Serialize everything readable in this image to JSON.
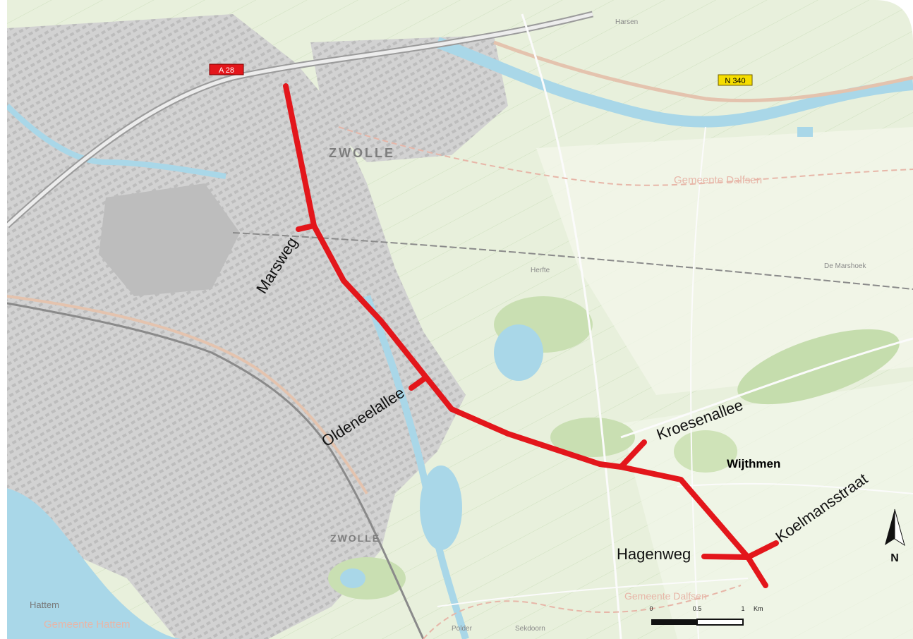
{
  "colors": {
    "land": "#e8f0dc",
    "field": "#f3f6ec",
    "urban": "#cfcfcf",
    "urban_dark": "#b3b3b3",
    "water": "#a9d7e8",
    "road_minor": "#fbfbfb",
    "road_main": "#e4c3ae",
    "railway": "#8a8a8a",
    "route": "#e3161b",
    "a_road_badge": "#e3161b",
    "n_road_badge": "#f5dd00"
  },
  "badges": {
    "a28": "A 28",
    "n340": "N 340"
  },
  "towns": {
    "zwolle_north": "ZWOLLE",
    "zwolle_south": "ZWOLLE",
    "hattem": "Hattem",
    "wijthmen": "Wijthmen"
  },
  "municipalities": {
    "dalfsen_north": "Gemeente Dalfsen",
    "dalfsen_south": "Gemeente Dalfsen",
    "hattem": "Gemeente Hattem"
  },
  "minor_labels": {
    "herfte": "Herfte",
    "marshoek": "De Marshoek",
    "harsen": "Harsen",
    "polder": "Polder",
    "sekdoorn": "Sekdoorn"
  },
  "route_labels": {
    "marsweg": "Marsweg",
    "oldeneelallee": "Oldeneelallee",
    "kroesenallee": "Kroesenallee",
    "koelmansstraat": "Koelmansstraat",
    "hagenweg": "Hagenweg"
  },
  "scale_bar": {
    "tick_0": "0",
    "tick_1": "0.5",
    "tick_2": "1",
    "unit": "Km"
  },
  "north_arrow": {
    "label": "N"
  }
}
